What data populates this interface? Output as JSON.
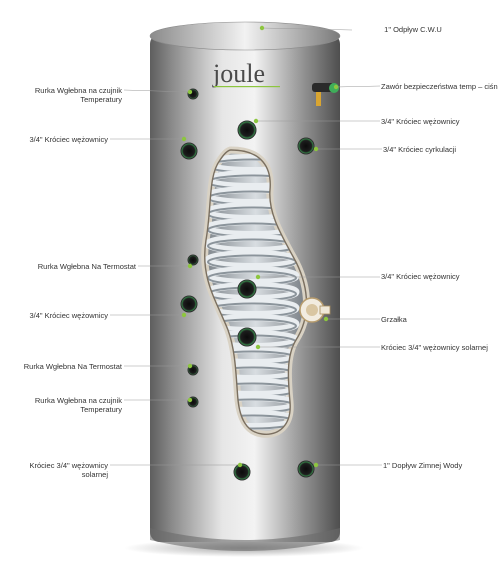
{
  "brand": {
    "name": "joule",
    "accent": "#8dc63f"
  },
  "colors": {
    "leader": "#8dc63f",
    "body_light": "#e9e9e9",
    "body_dark": "#6f6f6f",
    "coil": "#c9d0d6",
    "port_ring": "#111111",
    "port_glow": "#3fae5a",
    "label_text": "#333333"
  },
  "labels": [
    {
      "id": "top-outlet",
      "lines": [
        "1\" Odpływ C.W.U"
      ]
    },
    {
      "id": "relief-valve",
      "lines": [
        "Zawór bezpieczeństwa temp – ciśn"
      ]
    },
    {
      "id": "probe-top",
      "lines": [
        "Rurka Wgłebna na czujnik",
        "Temperatury"
      ]
    },
    {
      "id": "coil-top-left",
      "lines": [
        "3/4\" Króciec wężownicy"
      ]
    },
    {
      "id": "coil-top-right",
      "lines": [
        "3/4\" Króciec wężownicy"
      ]
    },
    {
      "id": "recirculation",
      "lines": [
        "3/4\" Króciec cyrkulacji"
      ]
    },
    {
      "id": "thermostat-top",
      "lines": [
        "Rurka Wgłebna Na Termostat"
      ]
    },
    {
      "id": "coil-mid-right",
      "lines": [
        "3/4\" Króciec wężownicy"
      ]
    },
    {
      "id": "coil-mid-left",
      "lines": [
        "3/4\" Króciec wężownicy"
      ]
    },
    {
      "id": "heater",
      "lines": [
        "Grzałka"
      ]
    },
    {
      "id": "solar-coil-right",
      "lines": [
        "Króciec 3/4\" wężownicy solarnej"
      ]
    },
    {
      "id": "thermostat-low",
      "lines": [
        "Rurka Wgłebna Na Termostat"
      ]
    },
    {
      "id": "probe-low",
      "lines": [
        "Rurka Wgłebna na czujnik",
        "Temperatury"
      ]
    },
    {
      "id": "solar-coil-bottom",
      "lines": [
        "Króciec 3/4\" wężownicy",
        "solarnej"
      ]
    },
    {
      "id": "cold-inlet",
      "lines": [
        "1\" Dopływ Zimnej Wody"
      ]
    }
  ]
}
